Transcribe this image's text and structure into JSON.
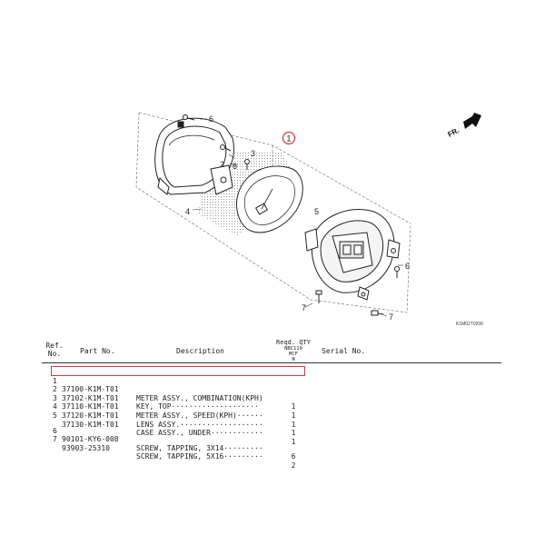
{
  "diagram": {
    "fr_label": "FR.",
    "diagram_code": "K1M02T0206",
    "callouts": [
      "1",
      "2",
      "3",
      "4",
      "5",
      "6",
      "7"
    ],
    "highlight_color": "#d93a3a"
  },
  "table": {
    "headers": {
      "ref_line1": "Ref.",
      "ref_line2": "No.",
      "part_no": "Part No.",
      "description": "Description",
      "qty_title": "Reqd. QTY",
      "qty_model": "NBC110",
      "qty_variant": "MCF",
      "qty_sub": "N",
      "serial_no": "Serial No."
    },
    "rows": [
      {
        "no": "1",
        "part": "37100-K1M-T01",
        "desc": "METER ASSY., COMBINATION(KPH)",
        "qty": "1"
      },
      {
        "no": "2",
        "part": "37102-K1M-T01",
        "desc": "KEY, TOP····················",
        "qty": "1"
      },
      {
        "no": "3",
        "part": "37110-K1M-T01",
        "desc": "METER ASSY., SPEED(KPH)······",
        "qty": "1"
      },
      {
        "no": "4",
        "part": "37120-K1M-T01",
        "desc": "LENS ASSY.···················",
        "qty": "1"
      },
      {
        "no": "5",
        "part": "37130-K1M-T01",
        "desc": "CASE ASSY., UNDER············",
        "qty": "1"
      },
      {
        "no": "6",
        "part": "90101-KY6-008",
        "desc": "SCREW, TAPPING, 3X14·········",
        "qty": "6"
      },
      {
        "no": "7",
        "part": "93903-25310",
        "desc": "SCREW, TAPPING, 5X16·········",
        "qty": "2"
      }
    ]
  }
}
